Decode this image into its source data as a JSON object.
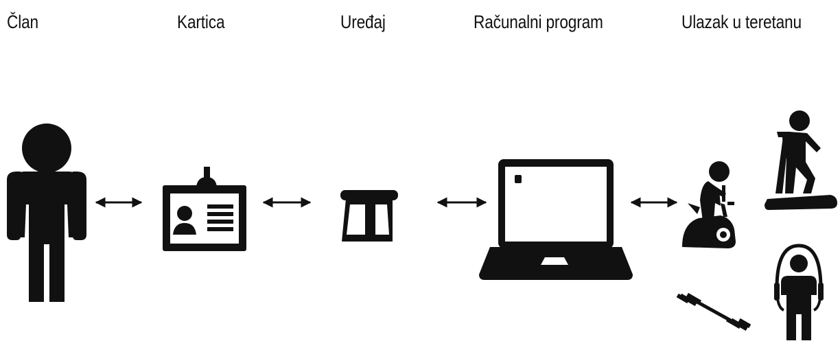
{
  "labels": {
    "member": "Član",
    "card": "Kartica",
    "device": "Uređaj",
    "software": "Računalni program",
    "gym_entry": "Ulazak u teretanu"
  },
  "icons": {
    "member": "person-icon",
    "card": "id-badge-icon",
    "device": "card-reader-icon",
    "software": "laptop-icon",
    "gym": [
      "exercise-bike-icon",
      "treadmill-icon",
      "dumbbell-icon",
      "jump-rope-icon"
    ],
    "connector": "double-arrow-icon"
  },
  "colors": {
    "ink": "#111111",
    "background": "#ffffff"
  }
}
